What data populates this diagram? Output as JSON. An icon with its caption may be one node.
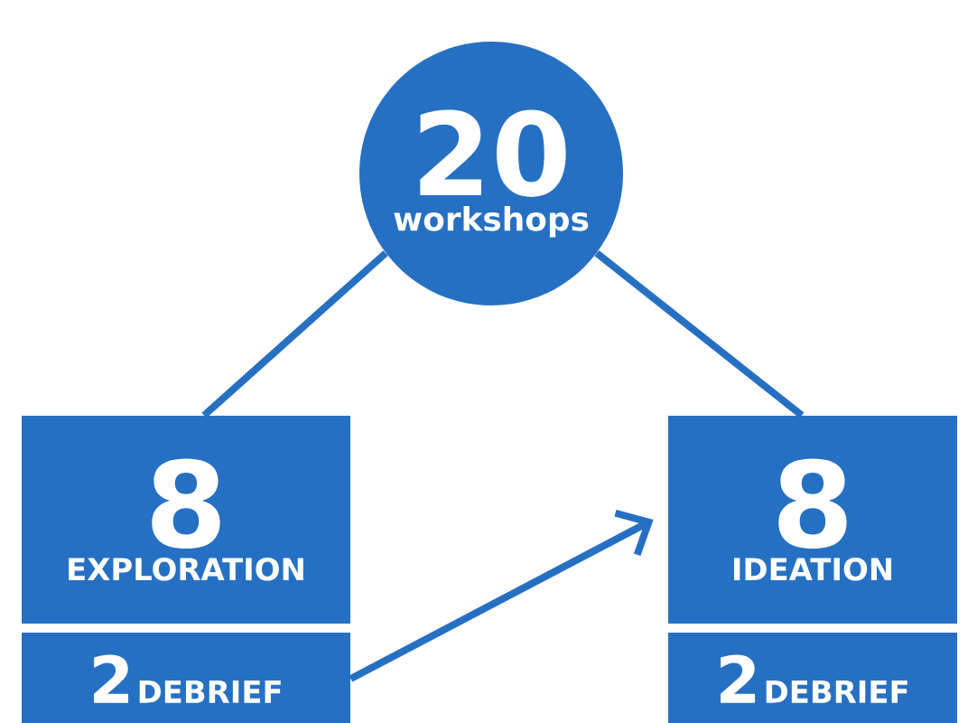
{
  "diagram": {
    "nodes": [
      {
        "text": [
          "20",
          "workshops"
        ]
      },
      {
        "text": [
          "8",
          "EXPLORATION"
        ]
      },
      {
        "text": [
          "8",
          "IDEATION"
        ]
      },
      {
        "text": [
          "2",
          "DEBRIEF"
        ]
      },
      {
        "text": [
          "2",
          "DEBRIEF"
        ]
      }
    ],
    "edges": [
      {
        "from": 0,
        "to": 1,
        "arrow": "none"
      },
      {
        "from": 0,
        "to": 2,
        "arrow": "none"
      },
      {
        "from": 3,
        "to": 2,
        "arrow": "to"
      }
    ]
  }
}
